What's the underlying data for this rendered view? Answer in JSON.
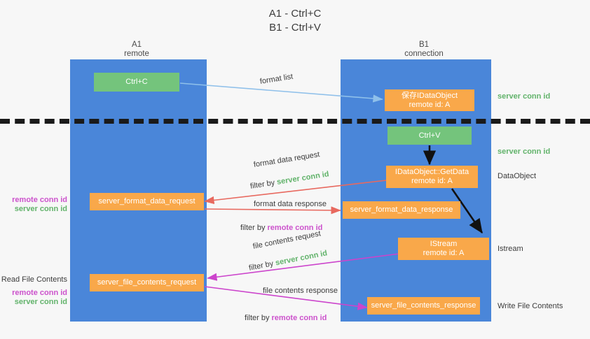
{
  "title": "A1 - Ctrl+C\nB1 - Ctrl+V",
  "columns": {
    "left": {
      "name": "A1",
      "sub": "remote",
      "label": "A1\nremote"
    },
    "right": {
      "name": "B1",
      "sub": "connection",
      "label": "B1\nconnection"
    }
  },
  "boxes": {
    "ctrl_c": "Ctrl+C",
    "ctrl_v": "Ctrl+V",
    "save_idataobject": "保存IDataObject\nremote id: A",
    "idataobject_getdata": "IDataObject::GetData\nremote id: A",
    "istream": "IStream\nremote id: A",
    "server_format_data_request": "server_format_data_request",
    "server_format_data_response": "server_format_data_response",
    "server_file_contents_request": "server_file_contents_request",
    "server_file_contents_response": "server_file_contents_response"
  },
  "edge_labels": {
    "format_list": "format list",
    "format_data_request": "format data request",
    "format_data_request_filter_prefix": "filter by ",
    "format_data_request_filter_value": "server conn id",
    "format_data_response": "format data response",
    "format_data_response_filter_prefix": "filter by ",
    "format_data_response_filter_value": "remote conn id",
    "file_contents_request": "file contents request",
    "file_contents_request_filter_prefix": "filter by ",
    "file_contents_request_filter_value": "server conn id",
    "file_contents_response": "file contents response",
    "file_contents_response_filter_prefix": "filter by ",
    "file_contents_response_filter_value": "remote conn id"
  },
  "side_labels": {
    "right_server_conn_id_top": "server conn id",
    "right_server_conn_id_mid": "server conn id",
    "right_dataobject": "DataObject",
    "right_istream": "Istream",
    "right_write_file_contents": "Write File Contents",
    "left_remote_conn_id_1": "remote conn id",
    "left_server_conn_id_1": "server conn id",
    "left_read_file_contents": "Read File Contents",
    "left_remote_conn_id_2": "remote conn id",
    "left_server_conn_id_2": "server conn id"
  },
  "colors": {
    "lane": "#4a86d9",
    "box_green": "#74c47c",
    "box_orange": "#f9a84a",
    "conn_green": "#62b36b",
    "conn_magenta": "#cc52cc",
    "arrow_blue": "#8fc0ea",
    "arrow_red": "#e8695f",
    "arrow_magenta": "#cc44cc",
    "arrow_black": "#111111",
    "background": "#f7f7f7"
  }
}
